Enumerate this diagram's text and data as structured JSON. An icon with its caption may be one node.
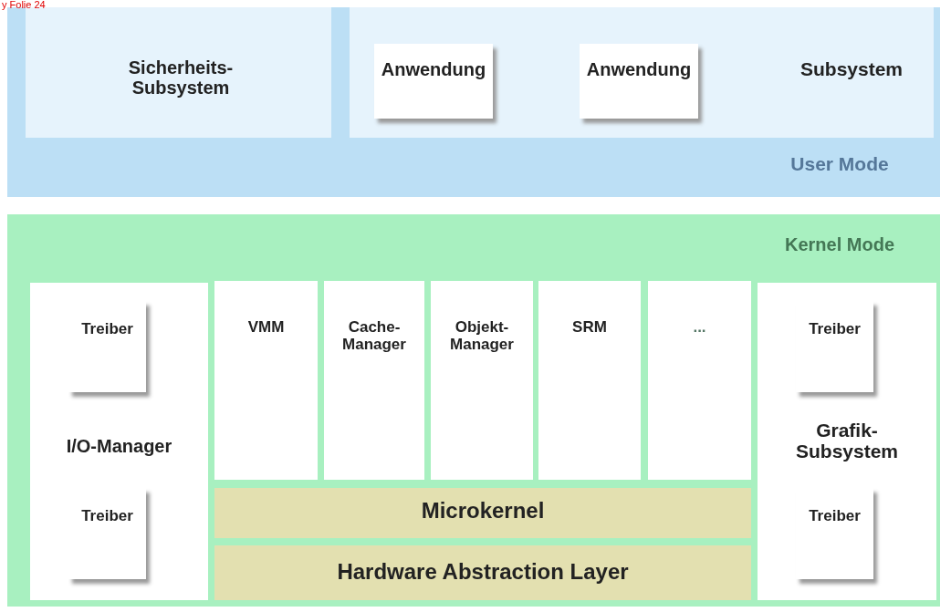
{
  "diagram": {
    "nodes": [
      {
        "text": [
          "User Mode"
        ]
      },
      {
        "text": [
          "Sicherheits- Subsystem"
        ],
        "in": 0
      },
      {
        "text": [
          "Subsystem"
        ],
        "in": 0
      },
      {
        "text": [
          "Anwendung"
        ],
        "in": 2
      },
      {
        "text": [
          "Anwendung"
        ],
        "in": 2
      },
      {
        "text": [
          "Kernel Mode"
        ]
      },
      {
        "text": [
          "I/O-Manager"
        ],
        "in": 5
      },
      {
        "text": [
          "Treiber"
        ],
        "in": 6
      },
      {
        "text": [
          "Treiber"
        ],
        "in": 6
      },
      {
        "text": [
          "VMM"
        ],
        "in": 5
      },
      {
        "text": [
          "Cache- Manager"
        ],
        "in": 5
      },
      {
        "text": [
          "Objekt- Manager"
        ],
        "in": 5
      },
      {
        "text": [
          "SRM"
        ],
        "in": 5
      },
      {
        "text": [
          "..."
        ],
        "in": 5
      },
      {
        "text": [
          "Microkernel"
        ],
        "in": 5
      },
      {
        "text": [
          "Hardware Abstraction Layer"
        ],
        "in": 5
      },
      {
        "text": [
          "Grafik- Subsystem"
        ],
        "in": 5
      },
      {
        "text": [
          "Treiber"
        ],
        "in": 16
      },
      {
        "text": [
          "Treiber"
        ],
        "in": 16
      }
    ],
    "labels": [
      "y Folie 24"
    ]
  }
}
